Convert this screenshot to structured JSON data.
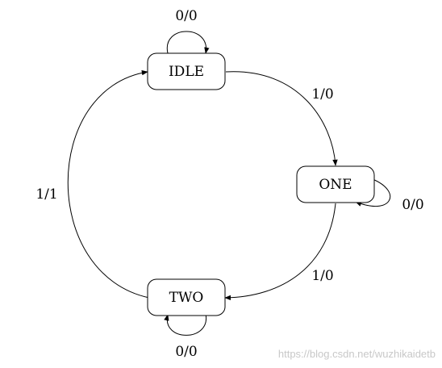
{
  "states": {
    "idle": "IDLE",
    "one": "ONE",
    "two": "TWO"
  },
  "transitions": {
    "idle_self": "0/0",
    "idle_to_one": "1/0",
    "one_self": "0/0",
    "one_to_two": "1/0",
    "two_self": "0/0",
    "two_to_idle": "1/1"
  },
  "watermark": "https://blog.csdn.net/wuzhikaidetb",
  "colors": {
    "stroke": "#000000",
    "background": "#ffffff",
    "watermark": "#c8c8c8"
  }
}
